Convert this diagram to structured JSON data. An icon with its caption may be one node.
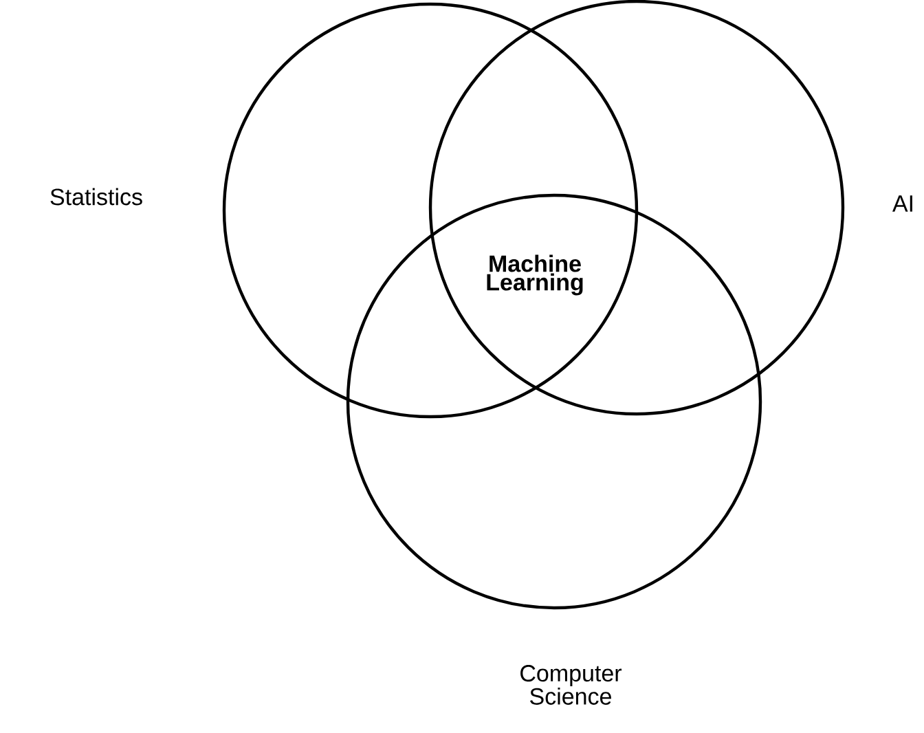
{
  "diagram": {
    "nodes": [
      {
        "text": [
          "Statistics"
        ]
      },
      {
        "text": [
          "AI"
        ]
      },
      {
        "text": [
          "Computer Science"
        ]
      }
    ],
    "labels": [
      "Machine Learning"
    ]
  }
}
